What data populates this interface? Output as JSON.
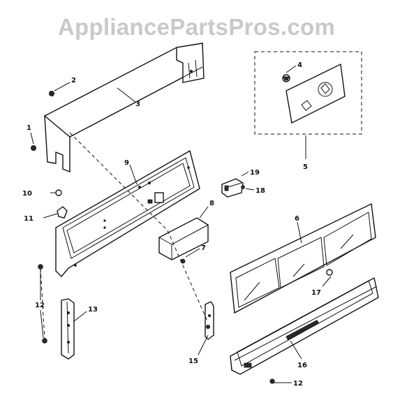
{
  "watermark": "AppliancePartsPros.com",
  "callouts": {
    "c1": "1",
    "c2": "2",
    "c3": "3",
    "c4": "4",
    "c5": "5",
    "c6": "6",
    "c7": "7",
    "c8": "8",
    "c9": "9",
    "c10": "10",
    "c11": "11",
    "c12a": "12",
    "c12b": "12",
    "c13": "13",
    "c15": "15",
    "c16": "16",
    "c17": "17",
    "c18": "18",
    "c19": "19"
  }
}
